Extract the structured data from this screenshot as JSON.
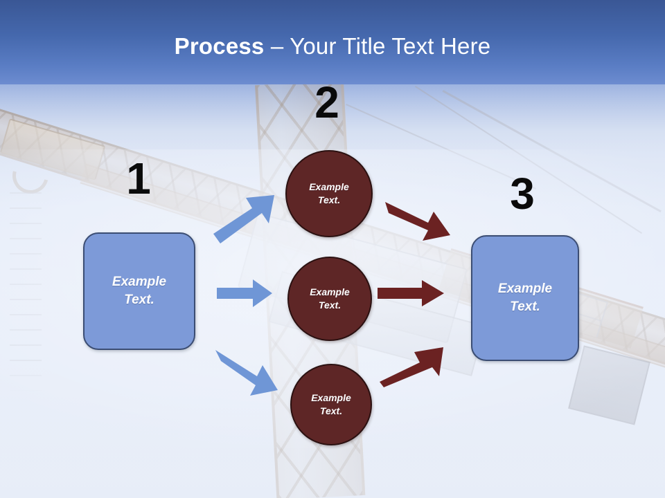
{
  "slide": {
    "title": {
      "strong": "Process",
      "separator": " – ",
      "light": "Your Title Text Here"
    },
    "background_description": "construction-crane-photo",
    "colors": {
      "title_band_top": "#3a5795",
      "title_band_bottom": "#6d8cd0",
      "box_fill": "#7d9ad8",
      "box_border": "#3b4d73",
      "circle_fill": "#5e2626",
      "circle_border": "#2b1111",
      "arrow_blue": "#6f96d6",
      "arrow_maroon": "#6b2222",
      "numeral": "#0a0a0a",
      "label_text": "#ffffff"
    }
  },
  "steps": [
    {
      "number": "1",
      "label": "Example\nText."
    },
    {
      "number": "2",
      "label": "Example\nText."
    },
    {
      "number": "3",
      "label": "Example\nText."
    }
  ],
  "stage_one": {
    "box_label": "Example\nText."
  },
  "stage_two": {
    "items": [
      {
        "label": "Example\nText."
      },
      {
        "label": "Example\nText."
      },
      {
        "label": "Example\nText."
      }
    ]
  },
  "stage_three": {
    "box_label": "Example\nText."
  },
  "connectors": {
    "blue": [
      {
        "name": "arrow-up-right",
        "direction": "up-right"
      },
      {
        "name": "arrow-right",
        "direction": "right"
      },
      {
        "name": "arrow-down-right",
        "direction": "down-right"
      }
    ],
    "maroon": [
      {
        "name": "arrow-down-right",
        "direction": "down-right"
      },
      {
        "name": "arrow-right",
        "direction": "right"
      },
      {
        "name": "arrow-up-right",
        "direction": "up-right"
      }
    ]
  }
}
